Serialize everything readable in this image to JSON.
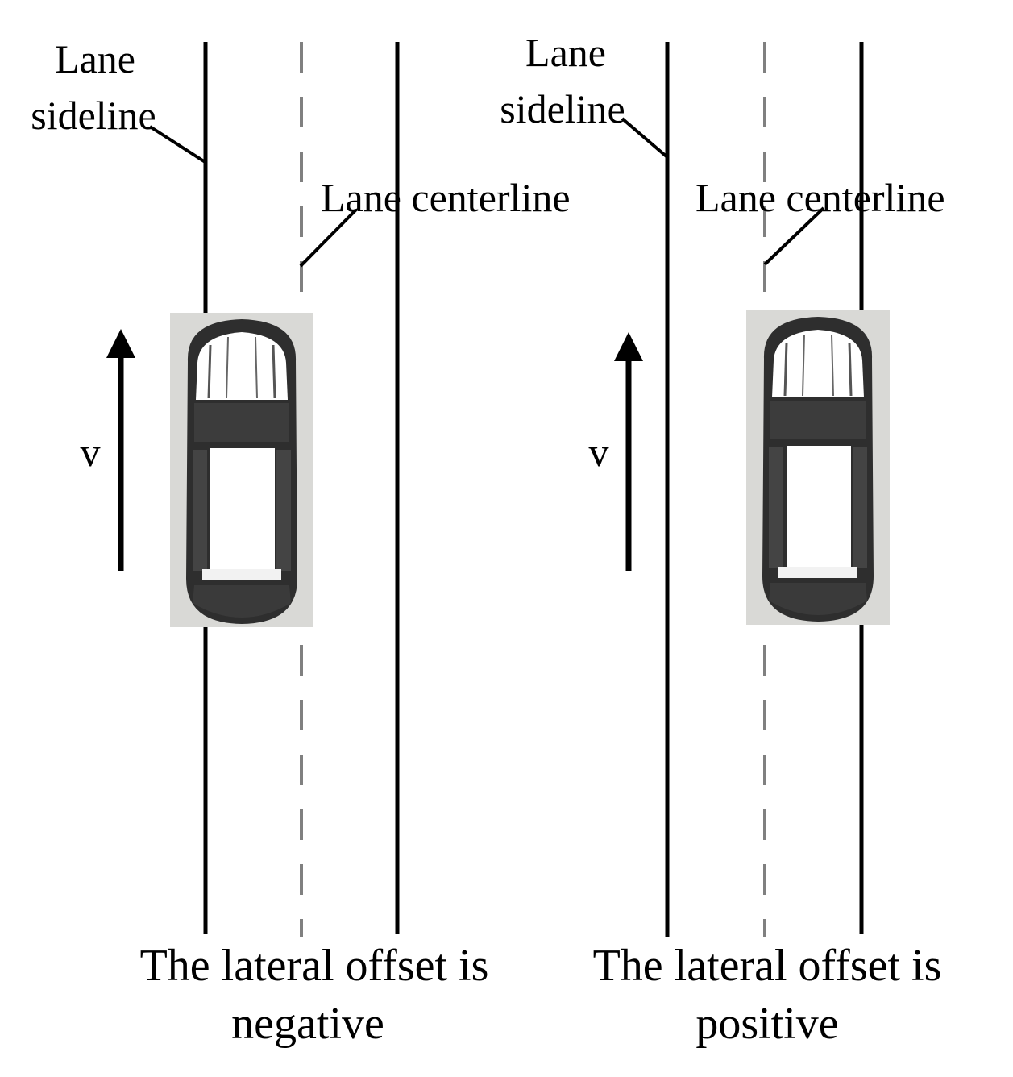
{
  "colors": {
    "line": "#000000",
    "centerline": "#808080",
    "car_background": "#d9d9d6",
    "car_body": "#2e2e2e",
    "car_glass": "#ffffff"
  },
  "icons": [
    "car-top-view-icon",
    "arrow-up-icon"
  ],
  "left_panel": {
    "sideline_label_line1": "Lane",
    "sideline_label_line2": "sideline",
    "centerline_label": "Lane centerline",
    "velocity_label": "v",
    "caption_line1": "The lateral offset is",
    "caption_line2": "negative"
  },
  "right_panel": {
    "sideline_label_line1": "Lane",
    "sideline_label_line2": "sideline",
    "centerline_label": "Lane centerline",
    "velocity_label": "v",
    "caption_line1": "The lateral offset is",
    "caption_line2": "positive"
  }
}
